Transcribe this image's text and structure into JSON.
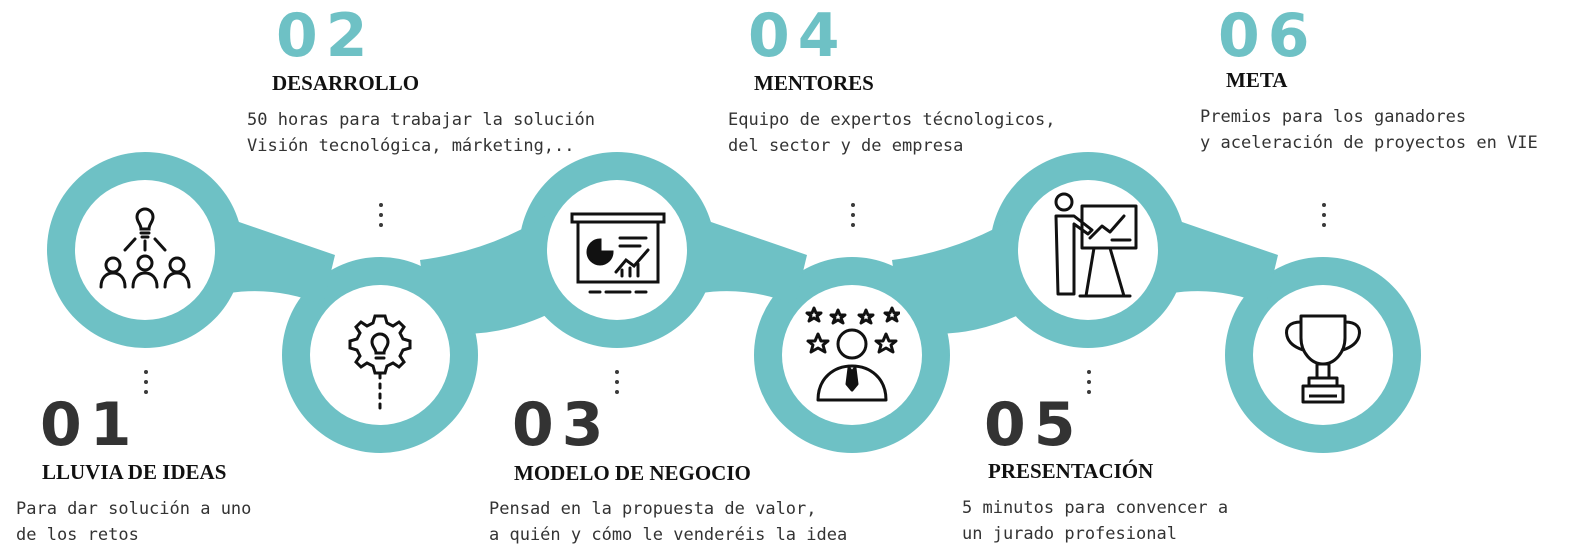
{
  "colors": {
    "accent": "#6ec1c5",
    "dark_number": "#333333",
    "text": "#111111"
  },
  "steps": [
    {
      "number": "01",
      "title": "LLUVIA DE IDEAS",
      "lines": [
        "Para dar solución a uno",
        "de los retos"
      ],
      "icon": "brainstorm-team-icon"
    },
    {
      "number": "02",
      "title": "DESARROLLO",
      "lines": [
        "50 horas para trabajar la solución",
        "Visión tecnológica, márketing,.."
      ],
      "icon": "gear-lightbulb-icon"
    },
    {
      "number": "03",
      "title": "MODELO DE NEGOCIO",
      "lines": [
        "Pensad en la propuesta de valor,",
        "a quién y cómo le venderéis la idea"
      ],
      "icon": "business-presentation-icon"
    },
    {
      "number": "04",
      "title": "MENTORES",
      "lines": [
        "Equipo de expertos técnologicos,",
        "del sector y de empresa"
      ],
      "icon": "expert-mentor-icon"
    },
    {
      "number": "05",
      "title": "PRESENTACIÓN",
      "lines": [
        "5 minutos para convencer a",
        "un jurado profesional"
      ],
      "icon": "presenter-board-icon"
    },
    {
      "number": "06",
      "title": "META",
      "lines": [
        "Premios para los ganadores",
        "y aceleración de proyectos en VIE"
      ],
      "icon": "trophy-icon"
    }
  ]
}
